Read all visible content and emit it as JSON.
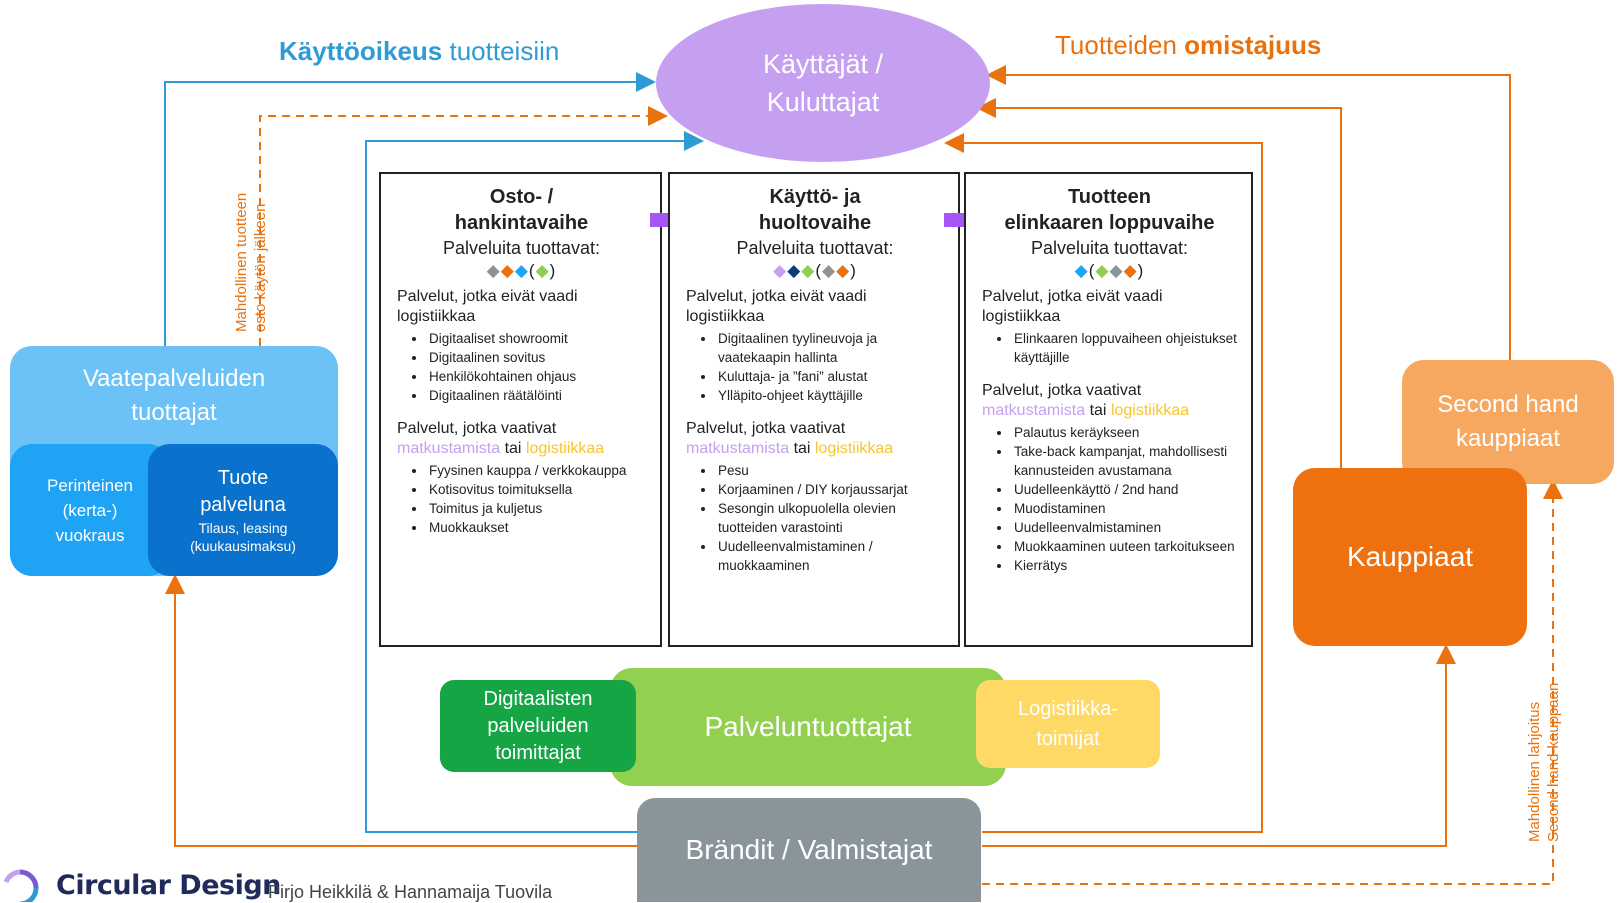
{
  "top": {
    "left_title_bold": "Käyttöoikeus",
    "left_title_rest": " tuotteisiin",
    "right_title_rest": "Tuotteiden ",
    "right_title_bold": "omistajuus"
  },
  "users": {
    "line1": "Käyttäjät /",
    "line2": "Kuluttajat"
  },
  "left_vertical": {
    "line1": "Mahdollinen tuotteen",
    "line2": "osto käytön jälkeen"
  },
  "right_vertical": {
    "line1": "Mahdollinen lahjoitus",
    "line2": "Second hand-kauppaan"
  },
  "vaate": {
    "title_line1": "Vaatepalveluiden",
    "title_line2": "tuottajat",
    "sub1": {
      "line1": "Perinteinen",
      "line2": "(kerta-)",
      "line3": "vuokraus"
    },
    "sub2": {
      "line1": "Tuote",
      "line2": "palveluna",
      "line3": "Tilaus, leasing",
      "line4": "(kuukausimaksu)"
    }
  },
  "phases": [
    {
      "title1": "Osto- /",
      "title2": "hankintavaihe",
      "sub": "Palveluita tuottavat:",
      "no_logistics_title": "Palvelut, jotka eivät vaadi logistiikkaa",
      "no_logistics": [
        "Digitaaliset showroomit",
        "Digitaalinen sovitus",
        "Henkilökohtainen ohjaus",
        "Digitaalinen räätälöinti"
      ],
      "logistics_title": "Palvelut, jotka vaativat",
      "logistics_a": "matkustamista",
      "logistics_mid": " tai ",
      "logistics_b": "logistiikkaa",
      "logistics": [
        "Fyysinen kauppa / verkkokauppa",
        "Kotisovitus toimituksella",
        "Toimitus ja kuljetus",
        "Muokkaukset"
      ]
    },
    {
      "title1": "Käyttö- ja",
      "title2": "huoltovaihe",
      "sub": "Palveluita tuottavat:",
      "no_logistics_title": "Palvelut, jotka eivät vaadi logistiikkaa",
      "no_logistics": [
        "Digitaalinen tyylineuvoja ja vaatekaapin hallinta",
        "Kuluttaja- ja ”fani” alustat",
        "Ylläpito-ohjeet käyttäjille"
      ],
      "logistics_title": "Palvelut, jotka vaativat",
      "logistics_a": "matkustamista",
      "logistics_mid": " tai ",
      "logistics_b": "logistiikkaa",
      "logistics": [
        "Pesu",
        "Korjaaminen / DIY korjaussarjat",
        "Sesongin ulkopuolella olevien tuotteiden varastointi",
        "Uudelleenvalmistaminen / muokkaaminen"
      ]
    },
    {
      "title1": "Tuotteen",
      "title2": "elinkaaren loppuvaihe",
      "sub": "Palveluita tuottavat:",
      "no_logistics_title": "Palvelut, jotka eivät vaadi logistiikkaa",
      "no_logistics": [
        "Elinkaaren loppuvaiheen ohjeistukset käyttäjille"
      ],
      "logistics_title": "Palvelut, jotka vaativat",
      "logistics_a": "matkustamista",
      "logistics_mid": " tai ",
      "logistics_b": "logistiikkaa",
      "logistics": [
        "Palautus keräykseen",
        "Take-back kampanjat, mahdollisesti kannusteiden avustamana",
        "Uudelleenkäyttö / 2nd hand",
        "Muodistaminen",
        "Uudelleenvalmistaminen",
        "Muokkaaminen uuteen tarkoitukseen",
        "Kierrätys"
      ]
    }
  ],
  "providers": {
    "main": "Palveluntuottajat",
    "digital": {
      "line1": "Digitaalisten",
      "line2": "palveluiden",
      "line3": "toimittajat"
    },
    "logistics": {
      "line1": "Logistiikka-",
      "line2": "toimijat"
    }
  },
  "brands": "Brändit / Valmistajat",
  "second_hand": {
    "line1": "Second hand",
    "line2": "kauppiaat"
  },
  "retailers": "Kauppiaat",
  "footer": {
    "logo_text": "Circular Design",
    "authors": "Pirjo Heikkilä & Hannamaija Tuovila"
  },
  "colors": {
    "blue_line": "#2e9bd6",
    "orange_line": "#e9720f",
    "users": "#c6a0f0",
    "vaate": "#6cc2f7",
    "vaate_sub1": "#1fa3f5",
    "vaate_sub2": "#0a72cc",
    "providers_main": "#92d050",
    "providers_digital": "#15a544",
    "providers_logistics": "#ffd966",
    "brands": "#8a949b",
    "second_hand": "#f7a860",
    "retailers": "#ee700f",
    "chevron": "#a855f7"
  }
}
